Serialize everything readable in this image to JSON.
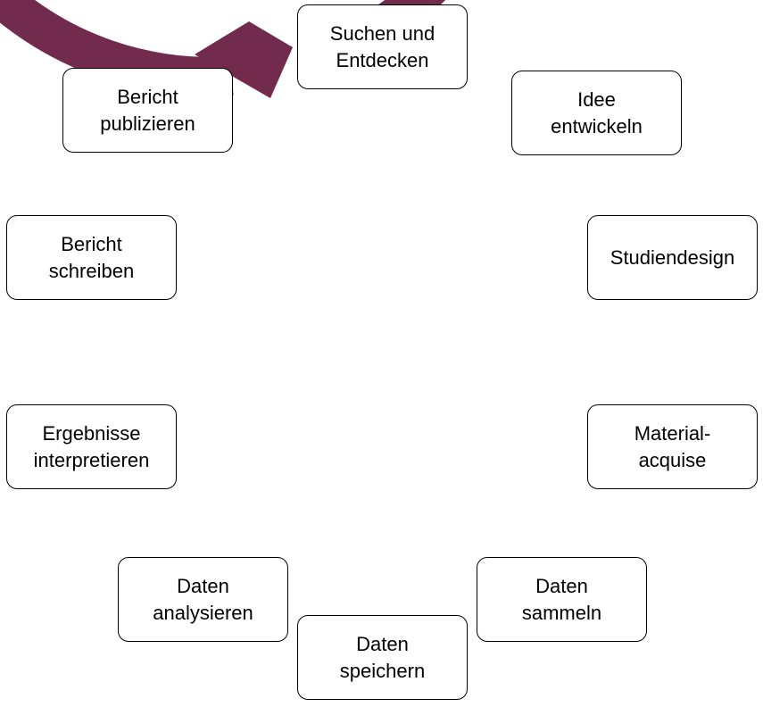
{
  "diagram": {
    "type": "cycle",
    "ring_color": "#722b4c",
    "border_color": "#000000",
    "steps": [
      {
        "id": "suchen",
        "label": "Suchen und\nEntdecken"
      },
      {
        "id": "idee",
        "label": "Idee\nentwickeln"
      },
      {
        "id": "studiendesign",
        "label": "Studiendesign"
      },
      {
        "id": "material",
        "label": "Material-\nacquise"
      },
      {
        "id": "sammeln",
        "label": "Daten\nsammeln"
      },
      {
        "id": "speichern",
        "label": "Daten\nspeichern"
      },
      {
        "id": "analysieren",
        "label": "Daten\nanalysieren"
      },
      {
        "id": "interpretieren",
        "label": "Ergebnisse\ninterpretieren"
      },
      {
        "id": "schreiben",
        "label": "Bericht\nschreiben"
      },
      {
        "id": "publizieren",
        "label": "Bericht\npublizieren"
      }
    ]
  }
}
